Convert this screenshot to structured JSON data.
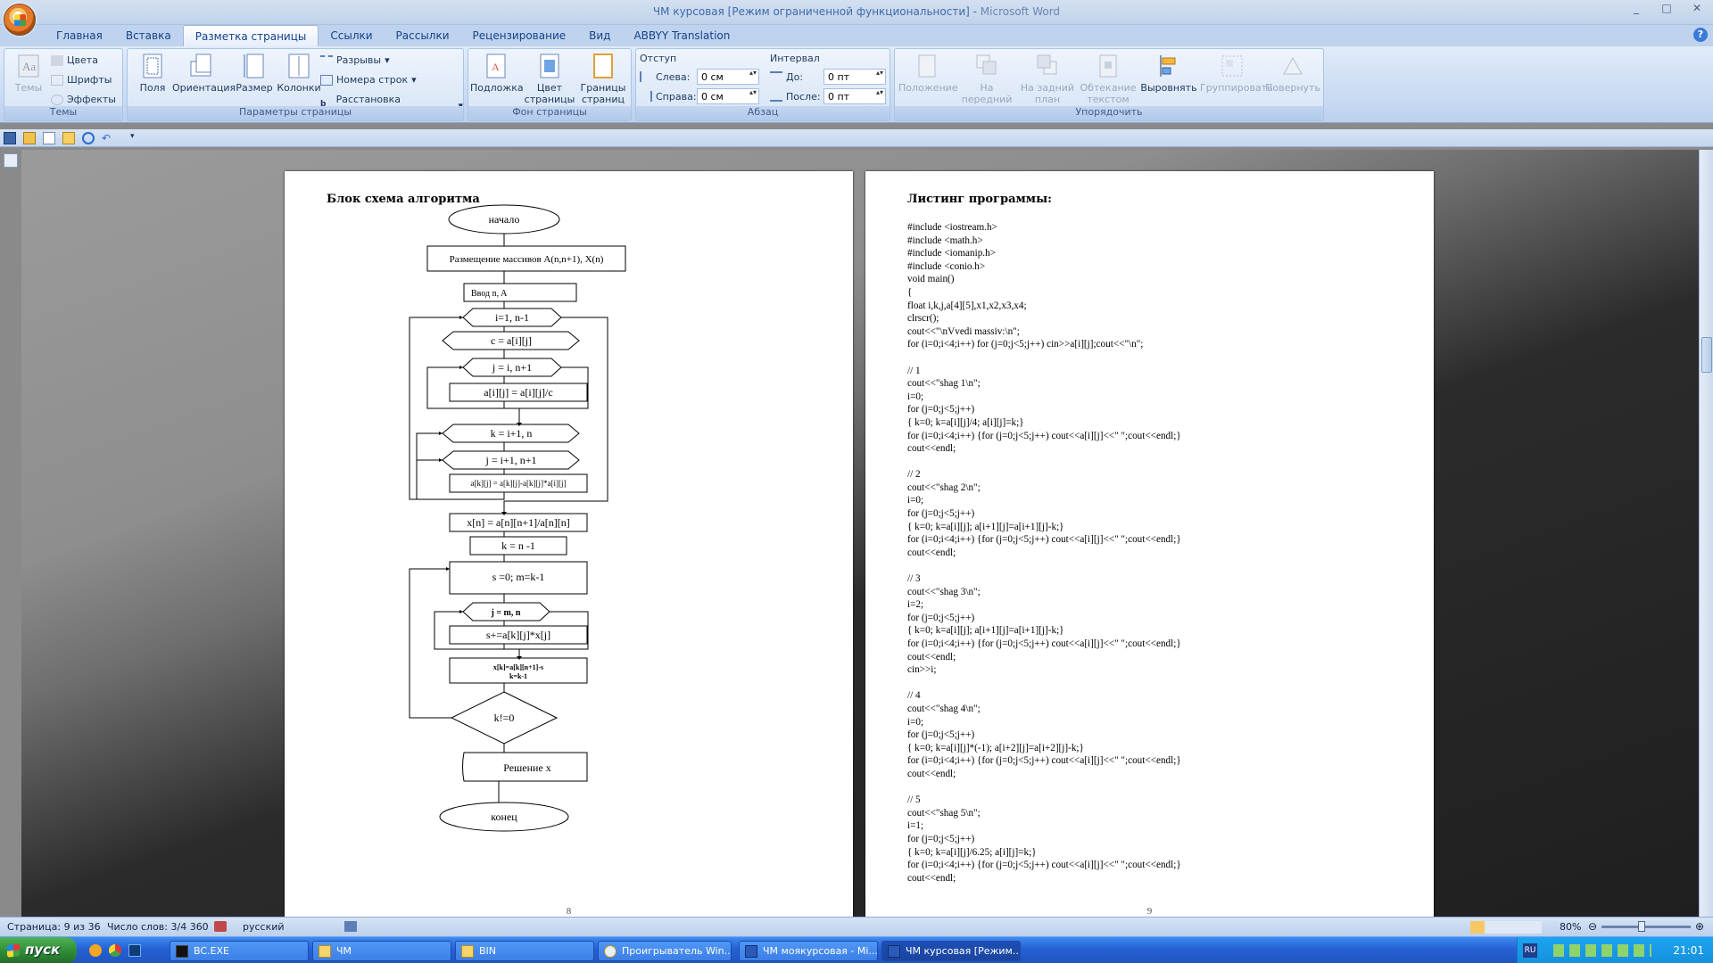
{
  "window": {
    "title": "ЧМ курсовая [Режим ограниченной функциональности]",
    "app_name": "Microsoft Word",
    "separator": " - ",
    "controls": [
      "_",
      "□",
      "✕"
    ]
  },
  "tabs": [
    "Главная",
    "Вставка",
    "Разметка страницы",
    "Ссылки",
    "Рассылки",
    "Рецензирование",
    "Вид",
    "ABBYY Translation"
  ],
  "active_tab": "Разметка страницы",
  "ribbon": {
    "themes": {
      "label": "Темы",
      "big": "Темы",
      "items": [
        "Цвета",
        "Шрифты",
        "Эффекты"
      ]
    },
    "page_setup": {
      "label": "Параметры страницы",
      "buttons": [
        "Поля",
        "Ориентация",
        "Размер",
        "Колонки"
      ],
      "items": [
        "Разрывы",
        "Номера строк",
        "Расстановка переносов"
      ]
    },
    "page_background": {
      "label": "Фон страницы",
      "buttons": [
        "Подложка",
        "Цвет страницы",
        "Границы страниц"
      ]
    },
    "paragraph": {
      "label": "Абзац",
      "indent_title": "Отступ",
      "left_label": "Слева:",
      "left_value": "0 см",
      "right_label": "Справа:",
      "right_value": "0 см",
      "spacing_title": "Интервал",
      "before_label": "До:",
      "before_value": "0 пт",
      "after_label": "После:",
      "after_value": "0 пт"
    },
    "arrange": {
      "label": "Упорядочить",
      "buttons": [
        "Положение",
        "На передний план",
        "На задний план",
        "Обтекание текстом",
        "Выровнять",
        "Группировать",
        "Повернуть"
      ]
    }
  },
  "left_page": {
    "heading": "Блок схема алгоритма",
    "page_number": "8",
    "flowchart": {
      "start": "начало",
      "alloc": "Размещение массивов A(n,n+1), X(n)",
      "input": "Ввод n, A",
      "loop_i": "i=1, n-1",
      "c_assign": "c = a[i][j]",
      "loop_j1": "j = i, n+1",
      "div": "a[i][j] = a[i][j]/c",
      "loop_k": "k = i+1, n",
      "loop_j2": "j = i+1, n+1",
      "elim": "a[k][j] = a[k][j]-a[k][j]*a[i][j]",
      "xn": "x[n] = a[n][n+1]/a[n][n]",
      "kn": "k = n -1",
      "s_init": "s =0; m=k-1",
      "loop_jm": "j = m, n",
      "sum": "s+=a[k][j]*x[j]",
      "xk1": "x[k]=a[k][n+1]-s",
      "xk2": "k=k-1",
      "cond": "k!=0",
      "output": "Решение x",
      "end": "конец"
    }
  },
  "right_page": {
    "heading": "Листинг программы:",
    "page_number": "9",
    "code_lines": [
      "#include <iostream.h>",
      "#include <math.h>",
      "#include <iomanip.h>",
      "#include <conio.h>",
      "void main()",
      "{",
      "float i,k,j,a[4][5],x1,x2,x3,x4;",
      "clrscr();",
      "cout<<\"\\nVvedi massiv:\\n\";",
      "for (i=0;i<4;i++) for (j=0;j<5;j++) cin>>a[i][j];cout<<\"\\n\";",
      "",
      "// 1",
      "cout<<\"shag 1\\n\";",
      "i=0;",
      "for (j=0;j<5;j++)",
      "{ k=0; k=a[i][j]/4; a[i][j]=k;}",
      "for (i=0;i<4;i++) {for (j=0;j<5;j++) cout<<a[i][j]<<\" \";cout<<endl;}",
      "cout<<endl;",
      "",
      "// 2",
      "cout<<\"shag 2\\n\";",
      "i=0;",
      "for (j=0;j<5;j++)",
      "{ k=0; k=a[i][j]; a[i+1][j]=a[i+1][j]-k;}",
      "for (i=0;i<4;i++) {for (j=0;j<5;j++) cout<<a[i][j]<<\" \";cout<<endl;}",
      "cout<<endl;",
      "",
      "// 3",
      "cout<<\"shag 3\\n\";",
      "i=2;",
      "for (j=0;j<5;j++)",
      "{ k=0; k=a[i][j]; a[i+1][j]=a[i+1][j]-k;}",
      "for (i=0;i<4;i++) {for (j=0;j<5;j++) cout<<a[i][j]<<\" \";cout<<endl;}",
      "cout<<endl;",
      "cin>>i;",
      "",
      "// 4",
      "cout<<\"shag 4\\n\";",
      "i=0;",
      "for (j=0;j<5;j++)",
      "{ k=0; k=a[i][j]*(-1); a[i+2][j]=a[i+2][j]-k;}",
      "for (i=0;i<4;i++) {for (j=0;j<5;j++) cout<<a[i][j]<<\" \";cout<<endl;}",
      "cout<<endl;",
      "",
      "// 5",
      "cout<<\"shag 5\\n\";",
      "i=1;",
      "for (j=0;j<5;j++)",
      "{ k=0; k=a[i][j]/6.25; a[i][j]=k;}",
      "for (i=0;i<4;i++) {for (j=0;j<5;j++) cout<<a[i][j]<<\" \";cout<<endl;}",
      "cout<<endl;"
    ]
  },
  "statusbar": {
    "page": "Страница: 9 из 36",
    "words": "Число слов: 3/4 360",
    "language": "русский",
    "zoom": "80%"
  },
  "taskbar": {
    "start": "пуск",
    "tasks": [
      "BC.EXE",
      "ЧМ",
      "BIN",
      "Проигрыватель Win...",
      "ЧМ моякурсовая - Mi...",
      "ЧМ курсовая [Режим..."
    ],
    "lang": "RU",
    "clock": "21:01"
  }
}
